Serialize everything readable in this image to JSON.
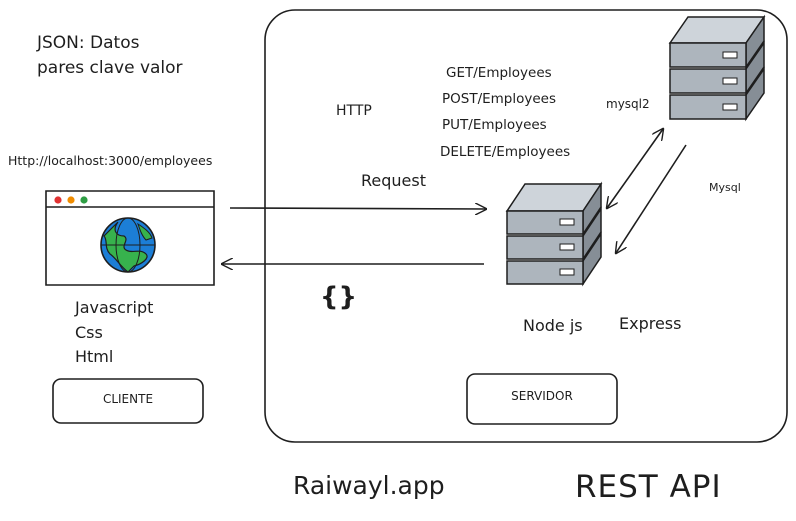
{
  "notes": {
    "json_line1": "JSON: Datos",
    "json_line2": "pares clave valor"
  },
  "client": {
    "url": "Http://localhost:3000/employees",
    "tech": [
      "Javascript",
      "Css",
      "Html"
    ],
    "label": "CLIENTE"
  },
  "server": {
    "label": "SERVIDOR",
    "protocol": "HTTP",
    "endpoints": [
      "GET/Employees",
      "POST/Employees",
      "PUT/Employees",
      "DELETE/Employees"
    ],
    "request_label": "Request",
    "json_symbol": "{}",
    "node_label": "Node js",
    "express_label": "Express",
    "mysql2_label": "mysql2",
    "mysql_label": "Mysql"
  },
  "footer": {
    "hosting": "Raiwayl.app",
    "title": "REST API"
  }
}
